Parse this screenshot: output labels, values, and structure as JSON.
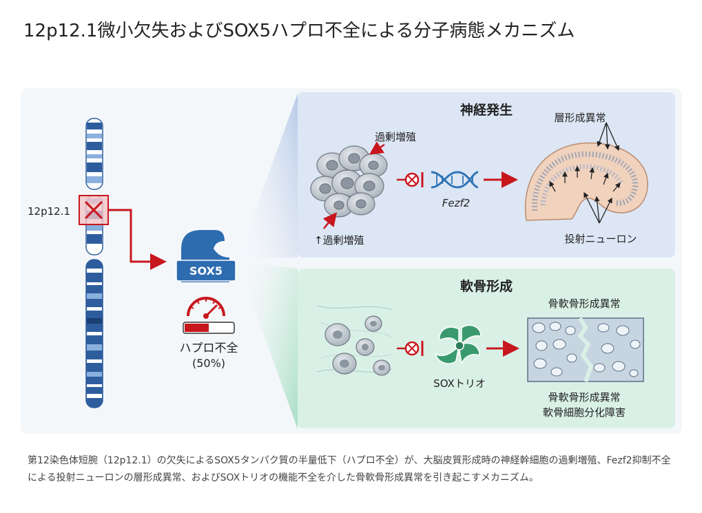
{
  "title": "12p12.1微小欠失およびSOX5ハプロ不全による分子病態メカニズム",
  "diagram": {
    "locus_label": "12p12.1",
    "protein_label": "SOX5",
    "haplo_label": "ハプロ不全",
    "haplo_value": "(50%)",
    "haplo_fraction": 0.5,
    "neuro": {
      "title": "神経発生",
      "overgrowth_top": "過剰増殖",
      "overgrowth_bottom": "↑過剰増殖",
      "gene": "Fezf2",
      "lamination": "層形成異常",
      "neurons": "投射ニューロン"
    },
    "chondro": {
      "title": "軟骨形成",
      "trio": "SOXトリオ",
      "dysplasia_top": "骨軟骨形成異常",
      "dysplasia_bottom1": "骨軟骨形成異常",
      "dysplasia_bottom2": "軟骨細胞分化障害"
    },
    "colors": {
      "chromosome": "#2e5d9e",
      "accent_red": "#c8161d",
      "neuro_panel": "#dce6f4",
      "chondro_panel": "#d9f0e6",
      "dna": "#2f74b5",
      "trio": "#3a9a6e"
    }
  },
  "caption": "第12染色体短腕（12p12.1）の欠失によるSOX5タンパク質の半量低下（ハプロ不全）が、大脳皮質形成時の神経幹細胞の過剰増殖、Fezf2抑制不全による投射ニューロンの層形成異常、およびSOXトリオの機能不全を介した骨軟骨形成異常を引き起こすメカニズム。"
}
